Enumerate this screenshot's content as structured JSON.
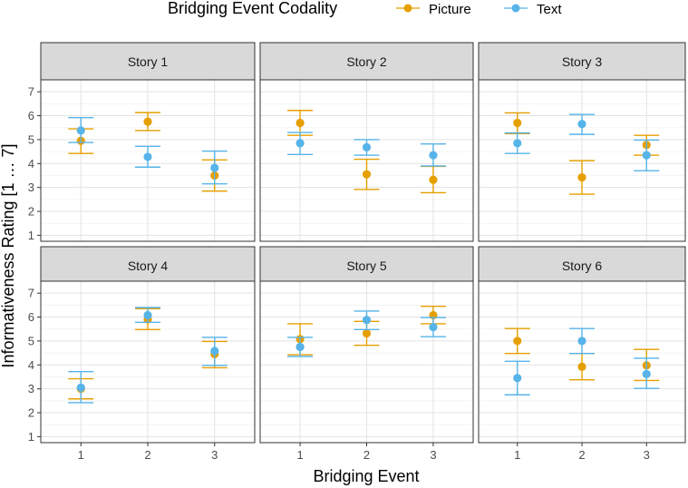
{
  "chart_data": {
    "type": "scatter",
    "subtype": "point-errorbar-facets",
    "legend": {
      "title": "Bridging Event Codality",
      "position": "top",
      "items": [
        {
          "name": "Picture",
          "color": "#E69F00"
        },
        {
          "name": "Text",
          "color": "#56B4E9"
        }
      ]
    },
    "xlabel": "Bridging Event",
    "ylabel": "Informativeness Rating [1 … 7]",
    "x_categories": [
      "1",
      "2",
      "3"
    ],
    "y_ticks": [
      "1",
      "2",
      "3",
      "4",
      "5",
      "6",
      "7"
    ],
    "ylim": [
      0.75,
      7.5
    ],
    "grid": true,
    "facets": [
      {
        "title": "Story 1",
        "points": [
          {
            "x": 1,
            "series": "Picture",
            "mean": 4.95,
            "lo": 4.42,
            "hi": 5.45
          },
          {
            "x": 1,
            "series": "Text",
            "mean": 5.38,
            "lo": 4.88,
            "hi": 5.92
          },
          {
            "x": 2,
            "series": "Picture",
            "mean": 5.75,
            "lo": 5.38,
            "hi": 6.13
          },
          {
            "x": 2,
            "series": "Text",
            "mean": 4.28,
            "lo": 3.85,
            "hi": 4.72
          },
          {
            "x": 3,
            "series": "Picture",
            "mean": 3.5,
            "lo": 2.85,
            "hi": 4.15
          },
          {
            "x": 3,
            "series": "Text",
            "mean": 3.82,
            "lo": 3.15,
            "hi": 4.52
          }
        ]
      },
      {
        "title": "Story 2",
        "points": [
          {
            "x": 1,
            "series": "Picture",
            "mean": 5.7,
            "lo": 5.18,
            "hi": 6.22
          },
          {
            "x": 1,
            "series": "Text",
            "mean": 4.85,
            "lo": 4.38,
            "hi": 5.3
          },
          {
            "x": 2,
            "series": "Picture",
            "mean": 3.55,
            "lo": 2.92,
            "hi": 4.18
          },
          {
            "x": 2,
            "series": "Text",
            "mean": 4.68,
            "lo": 4.35,
            "hi": 5.0
          },
          {
            "x": 3,
            "series": "Picture",
            "mean": 3.32,
            "lo": 2.78,
            "hi": 3.88
          },
          {
            "x": 3,
            "series": "Text",
            "mean": 4.35,
            "lo": 3.9,
            "hi": 4.82
          }
        ]
      },
      {
        "title": "Story 3",
        "points": [
          {
            "x": 1,
            "series": "Picture",
            "mean": 5.7,
            "lo": 5.25,
            "hi": 6.12
          },
          {
            "x": 1,
            "series": "Text",
            "mean": 4.85,
            "lo": 4.42,
            "hi": 5.28
          },
          {
            "x": 2,
            "series": "Picture",
            "mean": 3.42,
            "lo": 2.72,
            "hi": 4.12
          },
          {
            "x": 2,
            "series": "Text",
            "mean": 5.65,
            "lo": 5.22,
            "hi": 6.05
          },
          {
            "x": 3,
            "series": "Picture",
            "mean": 4.78,
            "lo": 4.35,
            "hi": 5.18
          },
          {
            "x": 3,
            "series": "Text",
            "mean": 4.35,
            "lo": 3.7,
            "hi": 4.98
          }
        ]
      },
      {
        "title": "Story 4",
        "points": [
          {
            "x": 1,
            "series": "Picture",
            "mean": 3.0,
            "lo": 2.58,
            "hi": 3.42
          },
          {
            "x": 1,
            "series": "Text",
            "mean": 3.05,
            "lo": 2.42,
            "hi": 3.72
          },
          {
            "x": 2,
            "series": "Picture",
            "mean": 5.9,
            "lo": 5.48,
            "hi": 6.35
          },
          {
            "x": 2,
            "series": "Text",
            "mean": 6.08,
            "lo": 5.78,
            "hi": 6.4
          },
          {
            "x": 3,
            "series": "Picture",
            "mean": 4.45,
            "lo": 3.88,
            "hi": 4.98
          },
          {
            "x": 3,
            "series": "Text",
            "mean": 4.58,
            "lo": 3.98,
            "hi": 5.15
          }
        ]
      },
      {
        "title": "Story 5",
        "points": [
          {
            "x": 1,
            "series": "Picture",
            "mean": 5.08,
            "lo": 4.42,
            "hi": 5.72
          },
          {
            "x": 1,
            "series": "Text",
            "mean": 4.75,
            "lo": 4.35,
            "hi": 5.15
          },
          {
            "x": 2,
            "series": "Picture",
            "mean": 5.32,
            "lo": 4.82,
            "hi": 5.82
          },
          {
            "x": 2,
            "series": "Text",
            "mean": 5.88,
            "lo": 5.48,
            "hi": 6.25
          },
          {
            "x": 3,
            "series": "Picture",
            "mean": 6.08,
            "lo": 5.72,
            "hi": 6.45
          },
          {
            "x": 3,
            "series": "Text",
            "mean": 5.58,
            "lo": 5.18,
            "hi": 5.98
          }
        ]
      },
      {
        "title": "Story 6",
        "points": [
          {
            "x": 1,
            "series": "Picture",
            "mean": 5.0,
            "lo": 4.48,
            "hi": 5.52
          },
          {
            "x": 1,
            "series": "Text",
            "mean": 3.45,
            "lo": 2.75,
            "hi": 4.15
          },
          {
            "x": 2,
            "series": "Picture",
            "mean": 3.92,
            "lo": 3.38,
            "hi": 4.48
          },
          {
            "x": 2,
            "series": "Text",
            "mean": 5.0,
            "lo": 4.48,
            "hi": 5.52
          },
          {
            "x": 3,
            "series": "Picture",
            "mean": 3.98,
            "lo": 3.35,
            "hi": 4.65
          },
          {
            "x": 3,
            "series": "Text",
            "mean": 3.62,
            "lo": 3.02,
            "hi": 4.28
          }
        ]
      }
    ]
  }
}
